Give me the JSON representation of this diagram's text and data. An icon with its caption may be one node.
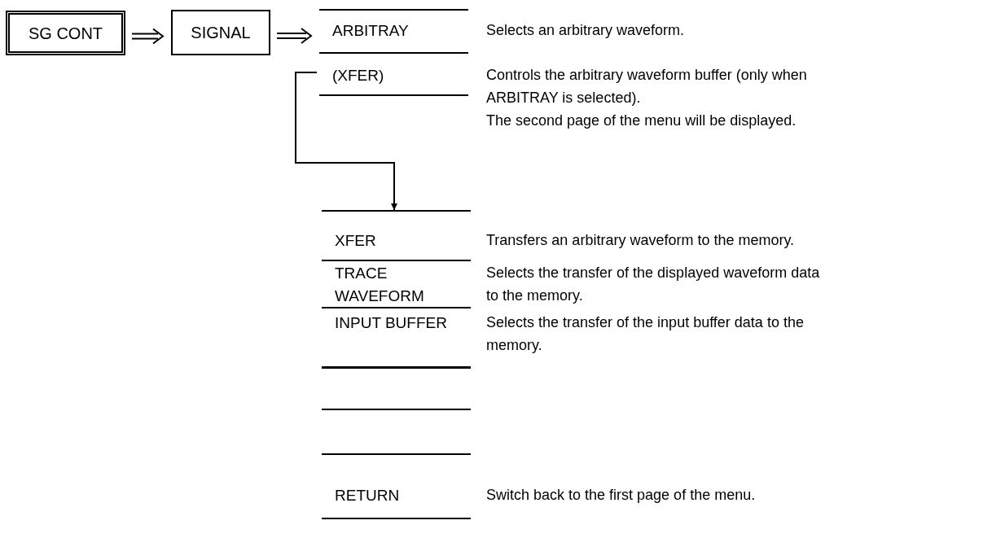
{
  "diagram": {
    "nodes": [
      {
        "text": [
          "SG CONT"
        ]
      },
      {
        "text": [
          "SIGNAL"
        ]
      },
      {
        "text": [
          "ARBITRAY"
        ],
        "beside": [
          "Selects an arbitrary waveform."
        ]
      },
      {
        "text": [
          "(XFER)"
        ],
        "beside": [
          "Controls the arbitrary waveform buffer (only when ARBITRAY is selected).",
          "The second page of the menu will be displayed."
        ]
      },
      {
        "text": [
          "XFER"
        ],
        "beside": [
          "Transfers an arbitrary waveform to the memory."
        ]
      },
      {
        "text": [
          "TRACE WAVEFORM"
        ],
        "beside": [
          "Selects the transfer of the displayed waveform data to the memory."
        ]
      },
      {
        "text": [
          "INPUT BUFFER"
        ],
        "beside": [
          "Selects the transfer of the input buffer data to the memory."
        ]
      },
      {
        "text": [
          "RETURN"
        ],
        "beside": [
          "Switch back to the first page of the menu."
        ]
      }
    ],
    "edges": [
      {
        "from": 0,
        "to": 1,
        "arrow": "to"
      },
      {
        "from": 1,
        "to": 2,
        "arrow": "to"
      },
      {
        "from": 3,
        "to": 4,
        "arrow": "to"
      }
    ]
  }
}
